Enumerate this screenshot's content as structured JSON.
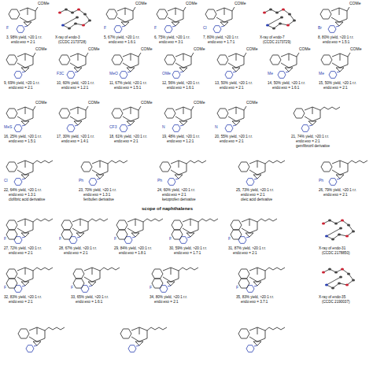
{
  "diagram": {
    "labels": [
      "COMe",
      "F",
      "3, 98% yield, >20:1 r.r.",
      "endo:exo = 2:1",
      "X-ray of endo-3",
      "(CCDC 2173728)",
      "COMe",
      "F",
      "5, 67% yield, >20:1 r.r.",
      "endo:exo = 1.6:1",
      "COMe",
      "F",
      "6, 75% yield, >20:1 r.r.",
      "endo:exo = 3:1",
      "COMe",
      "Cl",
      "7, 80% yield, >20:1 r.r.",
      "endo:exo = 1.7:1",
      "X-ray of endo-7",
      "(CCDC 2173729)",
      "COMe",
      "Br",
      "8, 80% yield, >20:1 r.r.",
      "endo:exo = 1.5:1",
      "COMe",
      "9, 69% yield, >20:1 r.r.",
      "endo:exo = 2:1",
      "COMe",
      "F3C",
      "10, 60% yield, >20:1 r.r.",
      "endo:exo = 1.2:1",
      "COMe",
      "MeO",
      "11, 67% yield, >20:1 r.r.",
      "endo:exo = 1.5:1",
      "COMe",
      "OMe",
      "12, 56% yield, >20:1 r.r.",
      "endo:exo = 1.6:1",
      "COMe",
      "13, 50% yield, >20:1 r.r.",
      "endo:exo = 2:1",
      "COMe",
      "Me",
      "14, 50% yield, >20:1 r.r.",
      "endo:exo = 1.6:1",
      "COMe",
      "Me",
      "15, 50% yield, >20:1 r.r.",
      "endo:exo = 2:1",
      "COMe",
      "MeS",
      "16, 25% yield, >20:1 r.r.",
      "endo:exo = 1.5:1",
      "COMe",
      "17, 30% yield, >20:1 r.r.",
      "endo:exo = 1.4:1",
      "COMe",
      "CF3",
      "18, 61% yield, >20:1 r.r.",
      "endo:exo = 2:1",
      "COMe",
      "N",
      "19, 48% yield, >20:1 r.r.",
      "endo:exo = 1.2:1",
      "COMe",
      "N",
      "20, 55% yield, >20:1 r.r.",
      "endo:exo = 2:1",
      "21, 74% yield, >20:1 r.r.",
      "endo:exo = 2:1",
      "gemfibrozil derivative",
      "Cl",
      "22, 64% yield, >20:1 r.r.",
      "endo:exo = 1.3:1",
      "clofibric acid derivative",
      "Ph",
      "23, 70% yield, >20:1 r.r.",
      "endo:exo = 1.3:1",
      "fenbufen derivative",
      "Ph",
      "24, 60% yield, >20:1 r.r.",
      "endo:exo = 2:1",
      "ketoprofen derivative",
      "25, 73% yield, >20:1 r.r.",
      "endo:exo = 2:1",
      "oleic acid derivative",
      "Ph",
      "26, 79% yield, >20:1 r.r.",
      "endo:exo = 2:1",
      "scope of naphthalenes",
      "F",
      "27, 72% yield, >20:1 r.r.",
      "endo:exo = 2:1",
      "F",
      "28, 67% yield, >20:1 r.r.",
      "endo:exo = 2:1",
      "F",
      "29, 84% yield, >20:1 r.r.",
      "endo:exo = 1.8:1",
      "F",
      "30, 59% yield, >20:1 r.r.",
      "endo:exo = 1.7:1",
      "F",
      "31, 87% yield, >20:1 r.r.",
      "endo:exo = 2:1",
      "X-ray of endo-31",
      "(CCDC 2178850)",
      "F",
      "32, 83% yield, >20:1 r.r.",
      "endo:exo = 2:1",
      "F",
      "33, 65% yield, >20:1 r.r.",
      "endo:exo = 1.6:1",
      "F",
      "34, 80% yield, >20:1 r.r.",
      "endo:exo = 2:1",
      "F",
      "35, 83% yield, >20:1 r.r.",
      "endo:exo = 3.7:1",
      "X-ray of endo-35",
      "(CCDC 2190037)"
    ]
  }
}
